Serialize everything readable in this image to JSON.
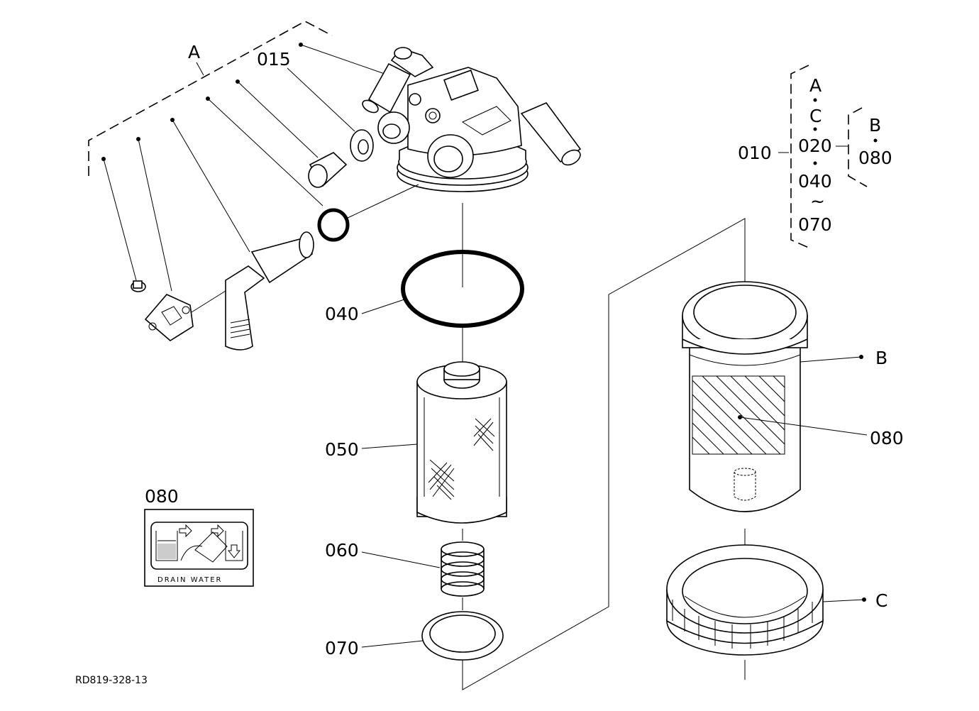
{
  "diagram_id": "RD819-328-13",
  "group_labels": {
    "a": "A",
    "b": "B",
    "c": "C"
  },
  "callouts": {
    "p010": "010",
    "p015": "015",
    "p040": "040",
    "p050": "050",
    "p060": "060",
    "p070": "070",
    "p080_decal": "080",
    "p080_bowl": "080"
  },
  "legend": {
    "main_ref": "010",
    "list_a": [
      "A",
      "C",
      "020",
      "040",
      "~",
      "070"
    ],
    "list_b": [
      "B",
      "080"
    ]
  },
  "decal": {
    "caption": "DRAIN WATER"
  }
}
